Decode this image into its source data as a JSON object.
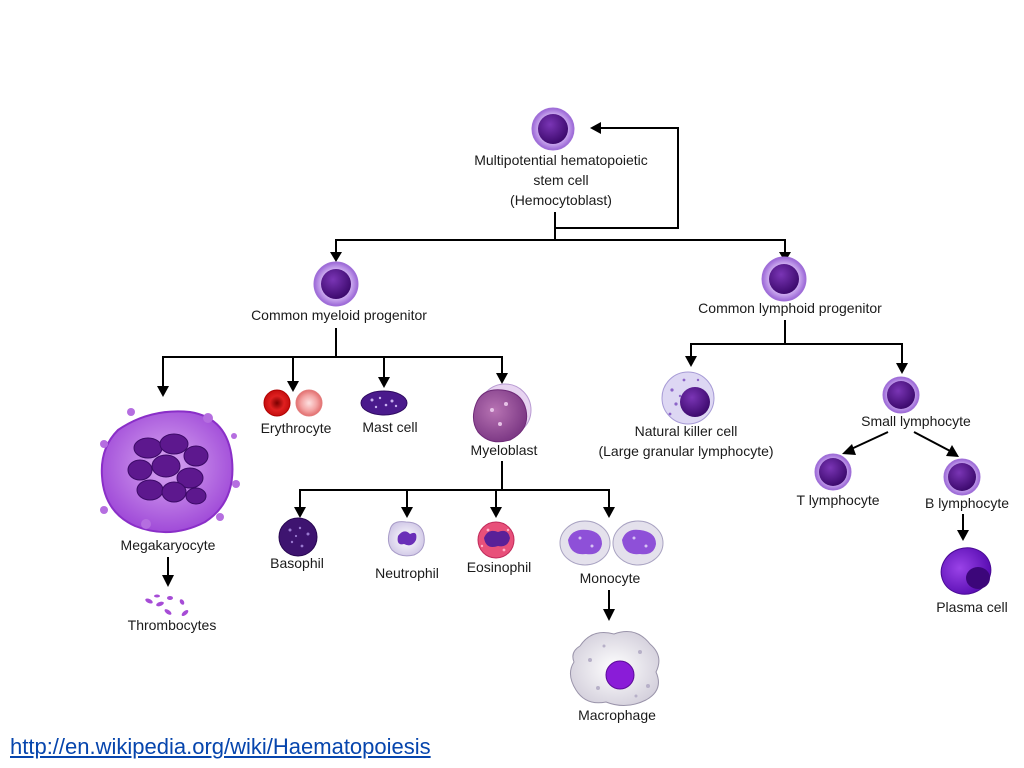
{
  "diagram": {
    "nodes": {
      "hsc": {
        "line1": "Multipotential hematopoietic",
        "line2": "stem cell",
        "line3": "(Hemocytoblast)"
      },
      "cmp": {
        "label": "Common myeloid progenitor"
      },
      "clp": {
        "label": "Common lymphoid progenitor"
      },
      "megakaryocyte": {
        "label": "Megakaryocyte"
      },
      "thrombocytes": {
        "label": "Thrombocytes"
      },
      "erythrocyte": {
        "label": "Erythrocyte"
      },
      "mast_cell": {
        "label": "Mast cell"
      },
      "myeloblast": {
        "label": "Myeloblast"
      },
      "basophil": {
        "label": "Basophil"
      },
      "neutrophil": {
        "label": "Neutrophil"
      },
      "eosinophil": {
        "label": "Eosinophil"
      },
      "monocyte": {
        "label": "Monocyte"
      },
      "macrophage": {
        "label": "Macrophage"
      },
      "nk_cell": {
        "line1": "Natural killer cell",
        "line2": "(Large granular lymphocyte)"
      },
      "small_lymphocyte": {
        "label": "Small lymphocyte"
      },
      "t_lymphocyte": {
        "label": "T lymphocyte"
      },
      "b_lymphocyte": {
        "label": "B lymphocyte"
      },
      "plasma_cell": {
        "label": "Plasma cell"
      }
    }
  },
  "footer": {
    "source_link": "http://en.wikipedia.org/wiki/Haematopoiesis"
  }
}
